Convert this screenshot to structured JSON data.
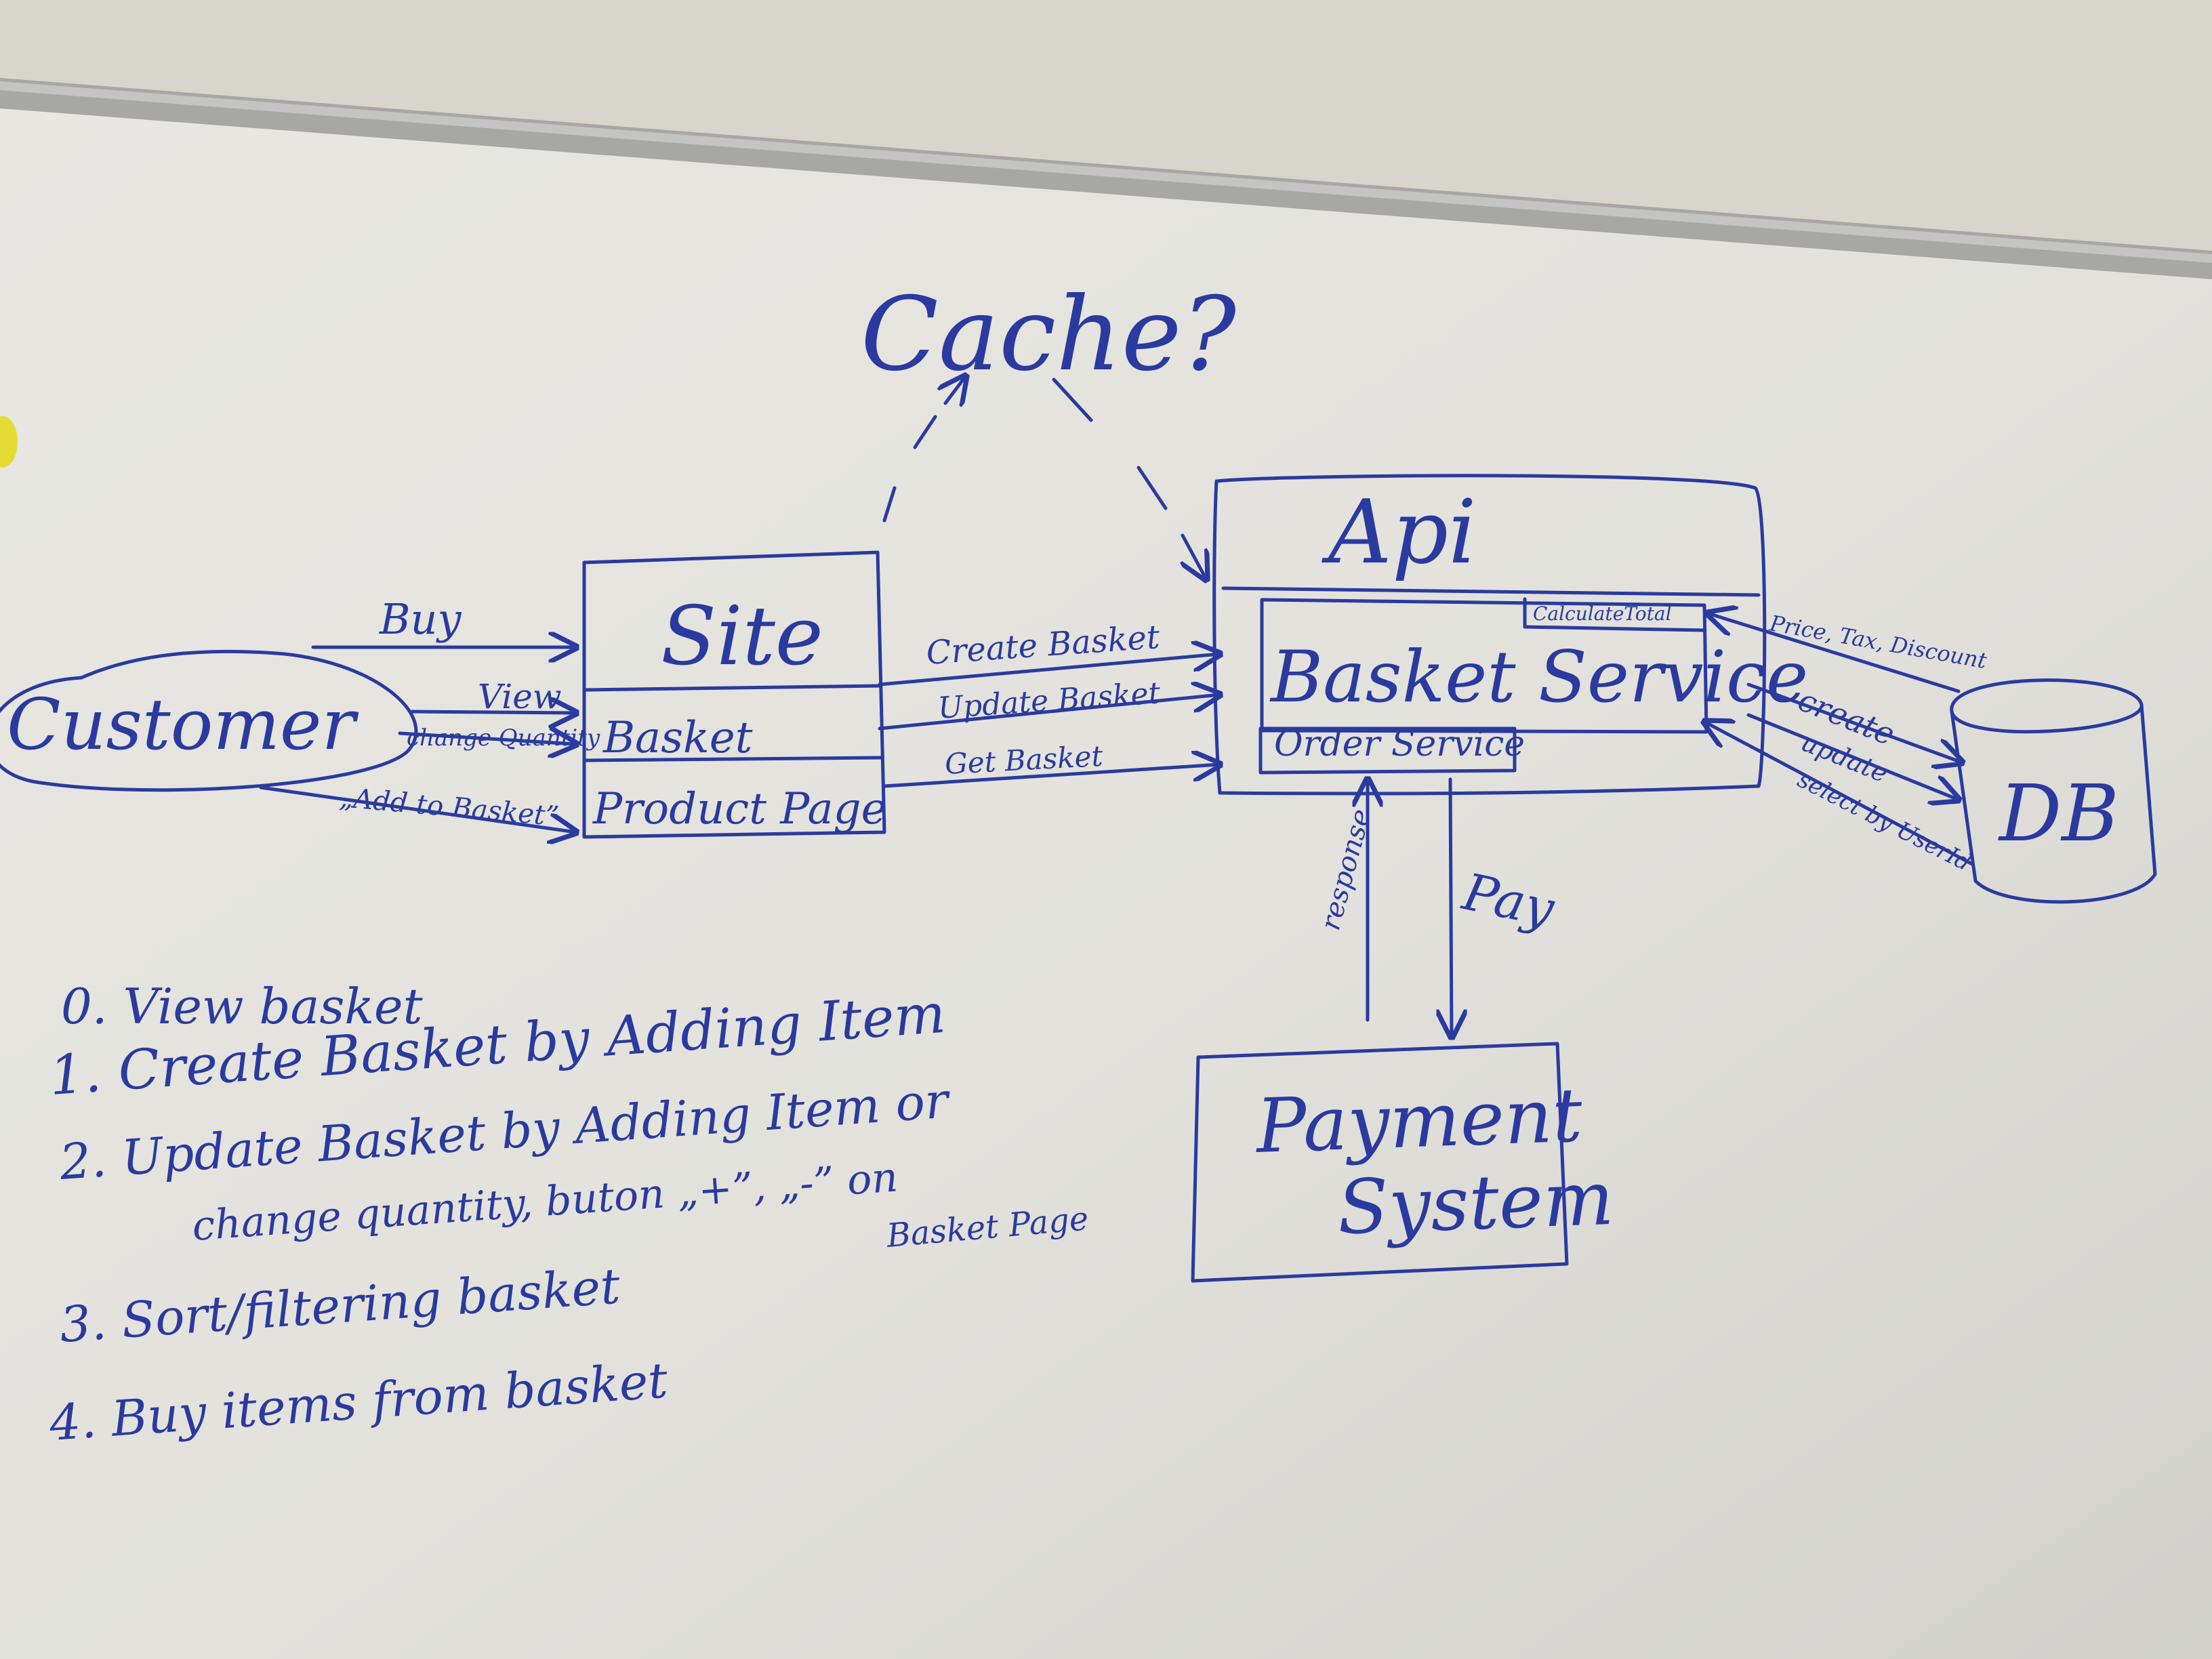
{
  "diagram": {
    "nodes": {
      "customer": "Customer",
      "site": "Site",
      "site_basket": "Basket",
      "site_product_page": "Product Page",
      "cache": "Cache?",
      "api": "Api",
      "basket_service": "Basket Service",
      "calculate_total": "CalculateTotal",
      "order_service": "Order Service",
      "db": "DB",
      "payment_system_line1": "Payment",
      "payment_system_line2": "System"
    },
    "edges": {
      "buy": "Buy",
      "view": "View",
      "change_quantity": "change Quantity",
      "add_to_basket": "„Add to Basket”",
      "create_basket": "Create Basket",
      "update_basket": "Update Basket",
      "get_basket": "Get Basket",
      "price_tax_discount": "Price, Tax, Discount",
      "create": "create",
      "update": "update",
      "select_by_userid": "select by UserId",
      "pay": "Pay",
      "response": "response"
    },
    "notes": [
      "0. View basket",
      "1. Create Basket by Adding Item",
      "2. Update Basket by Adding Item or",
      "change quantity, buton „+”, „-” on",
      "Basket Page",
      "3. Sort/filtering basket",
      "4. Buy items from basket"
    ]
  },
  "colors": {
    "ink": "#2a3a9e",
    "board": "#e4e3de",
    "wall": "#d9d6cf",
    "rail": "#9a9a98"
  }
}
